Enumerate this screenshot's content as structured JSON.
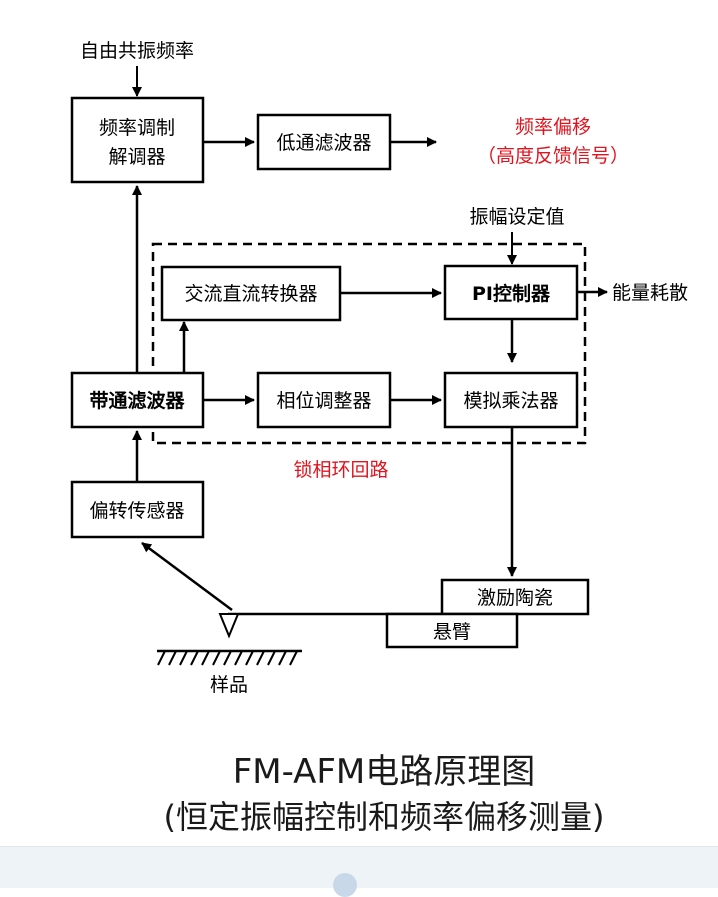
{
  "blocks": {
    "fm_demodulator_line1": "频率调制",
    "fm_demodulator_line2": "解调器",
    "lowpass_filter": "低通滤波器",
    "ac_dc_converter": "交流直流转换器",
    "pi_controller": "PI控制器",
    "bandpass_filter": "带通滤波器",
    "phase_shifter": "相位调整器",
    "analog_multiplier": "模拟乘法器",
    "deflection_sensor": "偏转传感器",
    "excitation_piezo": "激励陶瓷",
    "cantilever": "悬臂"
  },
  "labels": {
    "free_resonance_freq": "自由共振频率",
    "amplitude_setpoint": "振幅设定值",
    "energy_dissipation": "能量耗散",
    "sample": "样品"
  },
  "outputs": {
    "freq_shift": "频率偏移",
    "height_feedback": "（高度反馈信号）",
    "pll_loop": "锁相环回路"
  },
  "caption": {
    "line1": "FM-AFM电路原理图",
    "line2": "(恒定振幅控制和频率偏移测量)"
  },
  "colors": {
    "highlight": "#e0141e",
    "line": "#000000"
  }
}
